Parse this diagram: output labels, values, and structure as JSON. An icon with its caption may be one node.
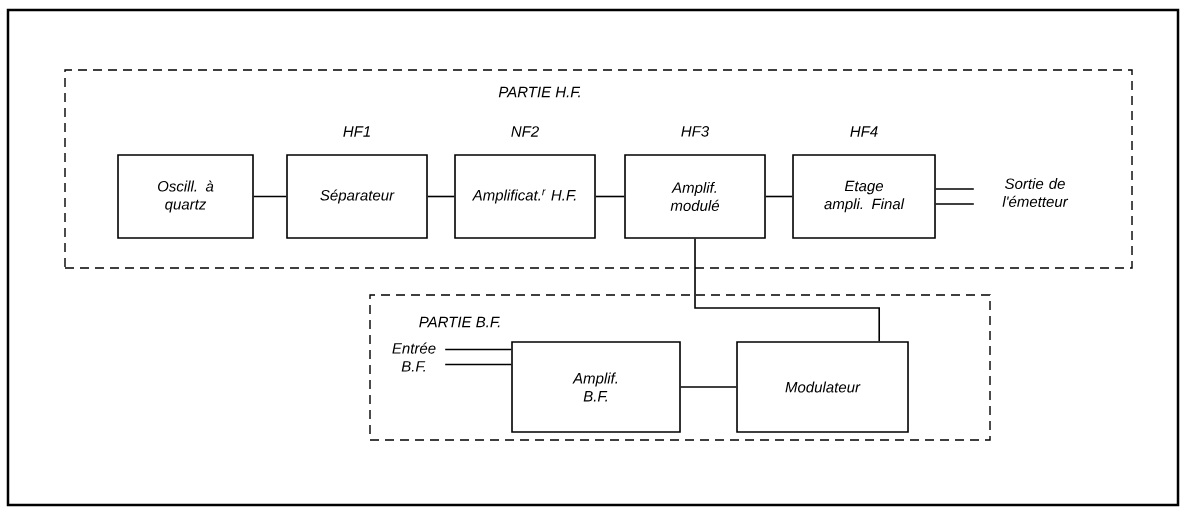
{
  "diagram": {
    "nodes": [
      {
        "text": [
          "PARTIE H.F."
        ]
      },
      {
        "text": [
          "Oscill. à quartz"
        ],
        "in": 0
      },
      {
        "text": [
          "Séparateur"
        ],
        "beside": [
          "HF1"
        ],
        "in": 0
      },
      {
        "text": [
          "Amplificat.$^{r}$ H.F."
        ],
        "beside": [
          "NF2"
        ],
        "in": 0
      },
      {
        "text": [
          "Amplif. modulé"
        ],
        "beside": [
          "HF3"
        ],
        "in": 0
      },
      {
        "text": [
          "Etage ampli. Final"
        ],
        "beside": [
          "HF4"
        ],
        "in": 0
      },
      {
        "text": [
          "Sortie de l'émetteur"
        ],
        "in": 0
      },
      {
        "text": [
          "PARTIE B.F."
        ]
      },
      {
        "text": [
          "Entrée B.F."
        ],
        "in": 7
      },
      {
        "text": [
          "Amplif. B.F."
        ],
        "in": 7
      },
      {
        "text": [
          "Modulateur"
        ],
        "in": 7
      }
    ],
    "edges": [
      {
        "from": 1,
        "to": 2,
        "arrow": "none"
      },
      {
        "from": 2,
        "to": 3,
        "arrow": "none"
      },
      {
        "from": 3,
        "to": 4,
        "arrow": "none"
      },
      {
        "from": 4,
        "to": 5,
        "arrow": "none"
      },
      {
        "from": 5,
        "to": 6,
        "arrow": "none"
      },
      {
        "from": 5,
        "to": 6,
        "arrow": "none"
      },
      {
        "from": 8,
        "to": 9,
        "arrow": "none"
      },
      {
        "from": 8,
        "to": 9,
        "arrow": "none"
      },
      {
        "from": 9,
        "to": 10,
        "arrow": "none"
      },
      {
        "from": 10,
        "to": 4,
        "arrow": "none"
      }
    ]
  }
}
